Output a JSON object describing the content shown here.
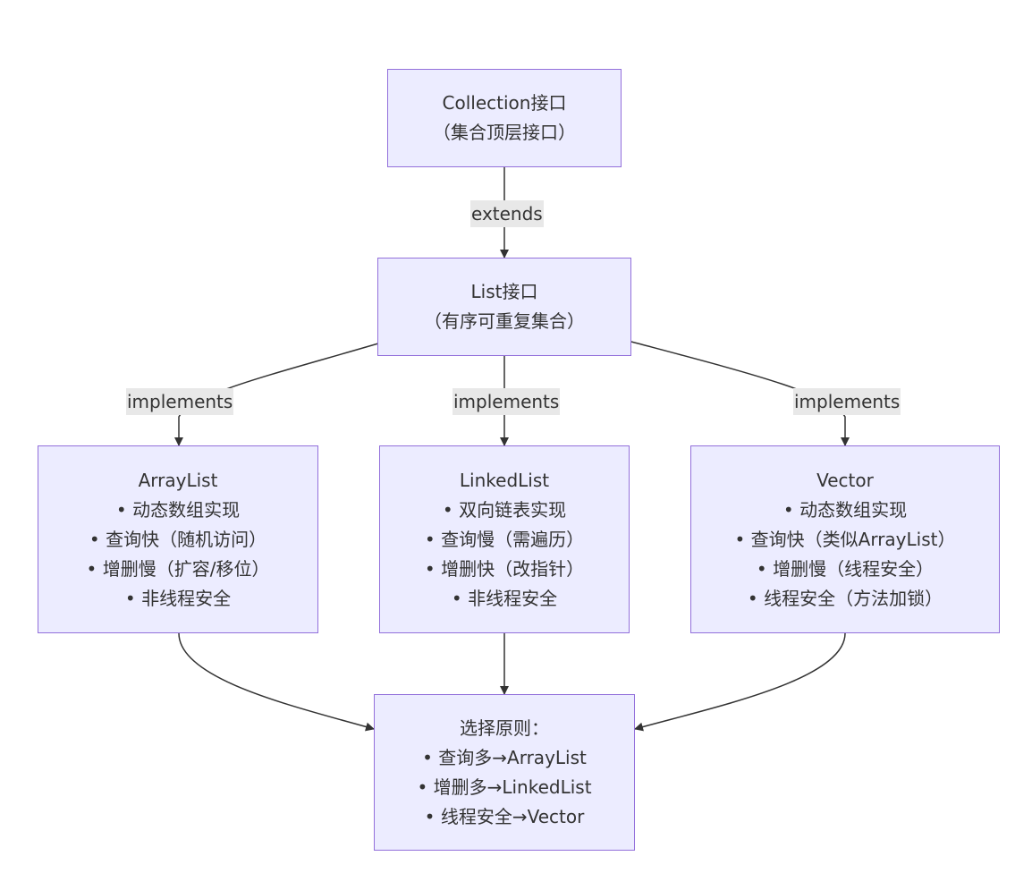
{
  "diagram": {
    "nodes": {
      "collection": {
        "lines": [
          "Collection接口",
          "（集合顶层接口）"
        ]
      },
      "list": {
        "lines": [
          "List接口",
          "（有序可重复集合）"
        ]
      },
      "arraylist": {
        "lines": [
          "ArrayList",
          "• 动态数组实现",
          "• 查询快（随机访问）",
          "• 增删慢（扩容/移位）",
          "• 非线程安全"
        ]
      },
      "linkedlist": {
        "lines": [
          "LinkedList",
          "• 双向链表实现",
          "• 查询慢（需遍历）",
          "• 增删快（改指针）",
          "• 非线程安全"
        ]
      },
      "vector": {
        "lines": [
          "Vector",
          "• 动态数组实现",
          "• 查询快（类似ArrayList）",
          "• 增删慢（线程安全）",
          "• 线程安全（方法加锁）"
        ]
      },
      "principle": {
        "lines": [
          "选择原则：",
          "• 查询多→ArrayList",
          "• 增删多→LinkedList",
          "• 线程安全→Vector"
        ]
      }
    },
    "edges": {
      "collection_list": {
        "label": "extends"
      },
      "list_arraylist": {
        "label": "implements"
      },
      "list_linkedlist": {
        "label": "implements"
      },
      "list_vector": {
        "label": "implements"
      },
      "arraylist_principle": {
        "label": ""
      },
      "linkedlist_principle": {
        "label": ""
      },
      "vector_principle": {
        "label": ""
      }
    },
    "colors": {
      "node_fill": "#ececff",
      "node_border": "#9370db",
      "edge_stroke": "#333333",
      "label_background": "#e8e8e8",
      "text": "#333333"
    }
  }
}
